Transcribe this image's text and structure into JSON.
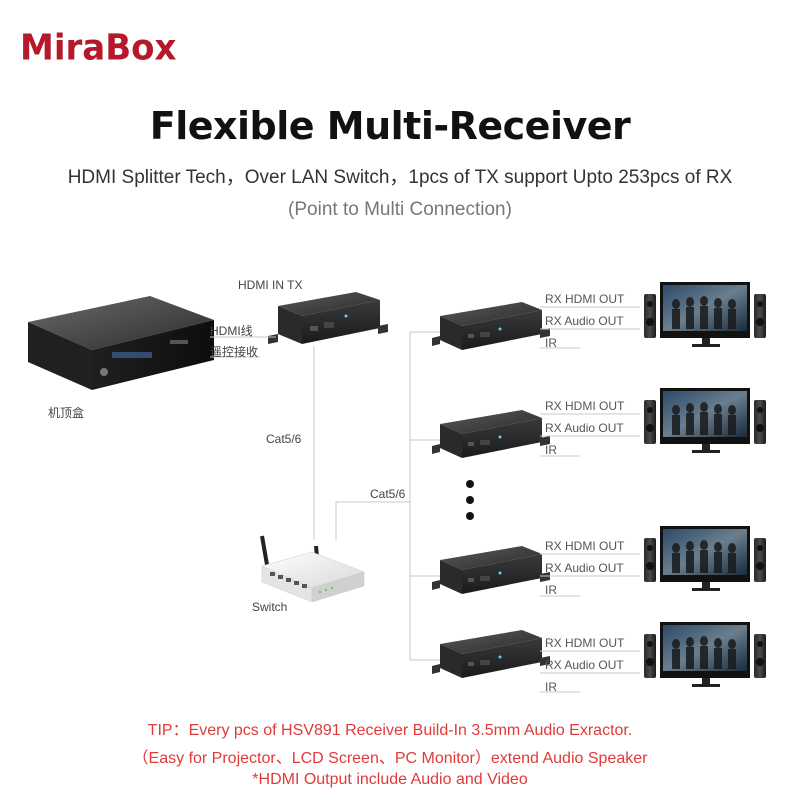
{
  "brand": "MiraBox",
  "title": "Flexible Multi-Receiver",
  "subtitle": "HDMI Splitter Tech，Over LAN Switch，1pcs of TX support Upto 253pcs of RX",
  "subtitle2": "(Point to Multi Connection)",
  "source": {
    "label": "机顶盒"
  },
  "transmitter": {
    "label": "HDMI IN TX",
    "port_hdmi": "HDMI线",
    "port_ir": "遥控接收"
  },
  "cable_tx_switch": "Cat5/6",
  "cable_switch_rx": "Cat5/6",
  "switch": {
    "label": "Switch"
  },
  "receivers": [
    {
      "out_hdmi": "RX HDMI OUT",
      "out_audio": "RX Audio OUT",
      "ir": "IR"
    },
    {
      "out_hdmi": "RX HDMI OUT",
      "out_audio": "RX Audio OUT",
      "ir": "IR"
    },
    {
      "out_hdmi": "RX HDMI OUT",
      "out_audio": "RX Audio OUT",
      "ir": "IR"
    },
    {
      "out_hdmi": "RX HDMI OUT",
      "out_audio": "RX Audio OUT",
      "ir": "IR"
    }
  ],
  "tips": {
    "line1": "TIP：Every pcs of HSV891 Receiver Build-In 3.5mm Audio Exractor.",
    "line2": "（Easy for Projector、LCD Screen、PC Monitor）extend Audio Speaker",
    "line3": "*HDMI Output include Audio and Video"
  },
  "colors": {
    "brand": "#b4182a",
    "tip": "#e03a3a",
    "line": "#c8c8c8"
  }
}
